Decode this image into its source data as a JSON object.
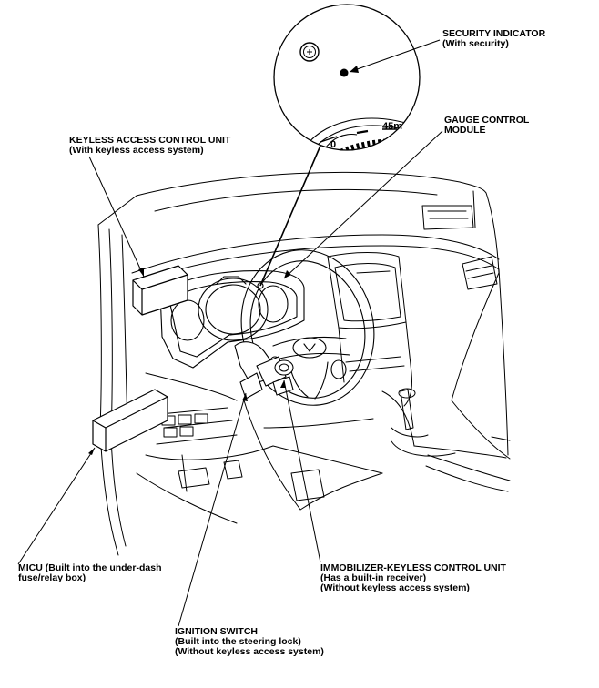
{
  "gauge_text": {
    "zero": "0",
    "range": "45m"
  },
  "labels": {
    "security": [
      "SECURITY INDICATOR",
      "(With security)"
    ],
    "gauge": [
      "GAUGE CONTROL",
      "MODULE"
    ],
    "keyless_unit": [
      "KEYLESS ACCESS CONTROL UNIT",
      "(With keyless access system)"
    ],
    "micu": [
      "MICU (Built into the under-dash",
      "fuse/relay box)"
    ],
    "immobilizer": [
      "IMMOBILIZER-KEYLESS CONTROL UNIT",
      "(Has a built-in receiver)",
      "(Without keyless access system)"
    ],
    "ignition": [
      "IGNITION SWITCH",
      "(Built into the steering lock)",
      "(Without keyless access system)"
    ]
  },
  "colors": {
    "line": "#000000",
    "background": "#ffffff"
  }
}
